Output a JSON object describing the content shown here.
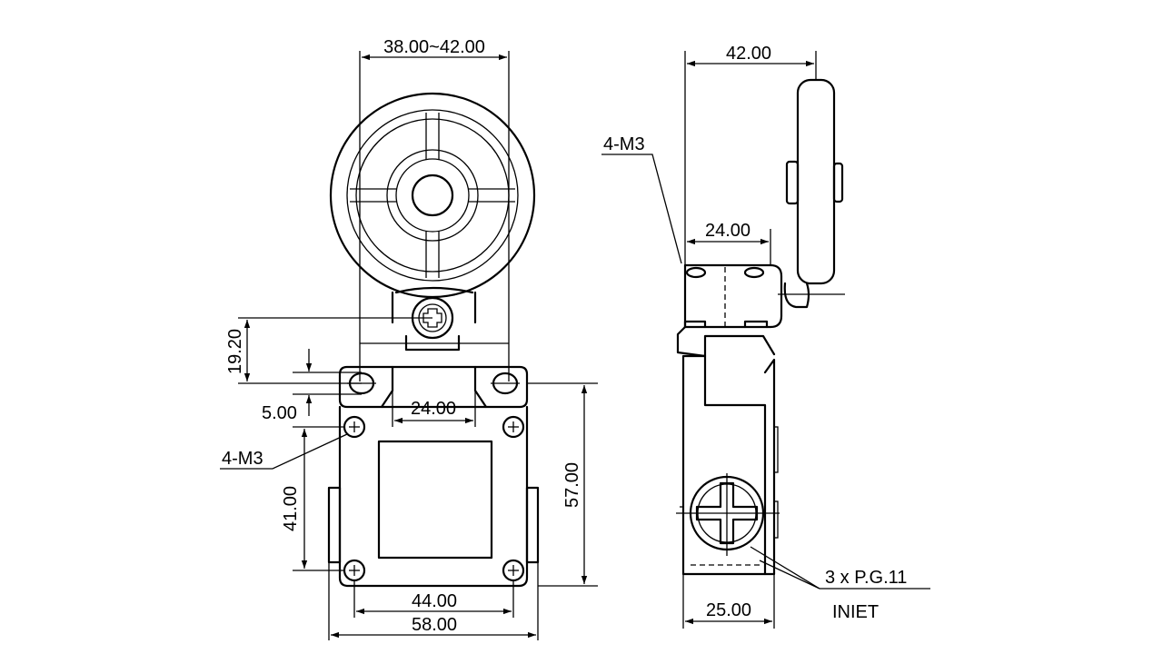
{
  "front_view": {
    "width_range": "38.00~42.00",
    "lever_height": "19.20",
    "mount_offset": "5.00",
    "hole_spacing_top": "24.00",
    "screw_callout": "4-M3",
    "height_inner": "41.00",
    "height_total": "57.00",
    "width_holes": "44.00",
    "width_body": "58.00"
  },
  "side_view": {
    "lever_depth": "42.00",
    "screw_callout": "4-M3",
    "head_width": "24.00",
    "body_depth": "25.00",
    "conduit_callout": "3 x P.G.11",
    "inlet_label": "INIET"
  }
}
